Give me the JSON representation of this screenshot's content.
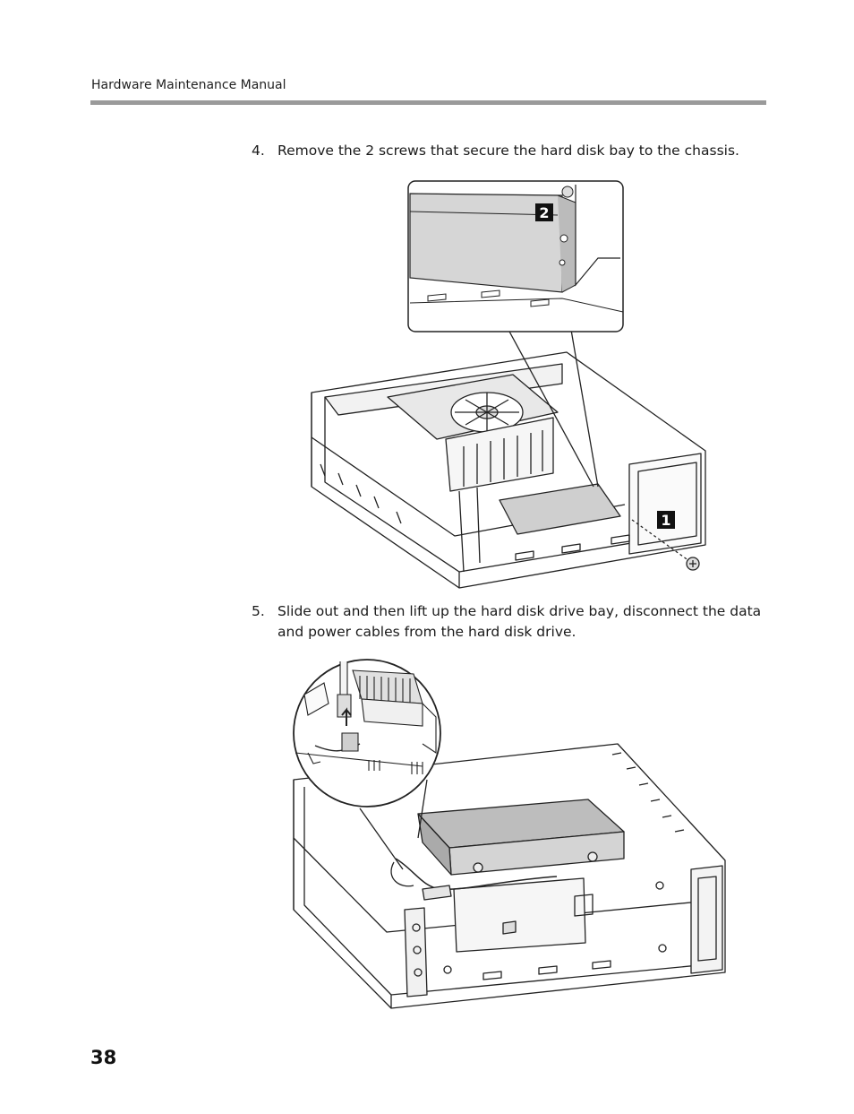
{
  "header": {
    "running_title": "Hardware Maintenance Manual"
  },
  "steps": [
    {
      "number": "4.",
      "text": "Remove the 2 screws that secure the hard disk bay to the chassis."
    },
    {
      "number": "5.",
      "text": "Slide out and then lift up the hard disk drive bay, disconnect the data and power cables from the hard disk drive."
    }
  ],
  "figure1": {
    "callouts": [
      "1",
      "2"
    ]
  },
  "footer": {
    "page_number": "38"
  }
}
